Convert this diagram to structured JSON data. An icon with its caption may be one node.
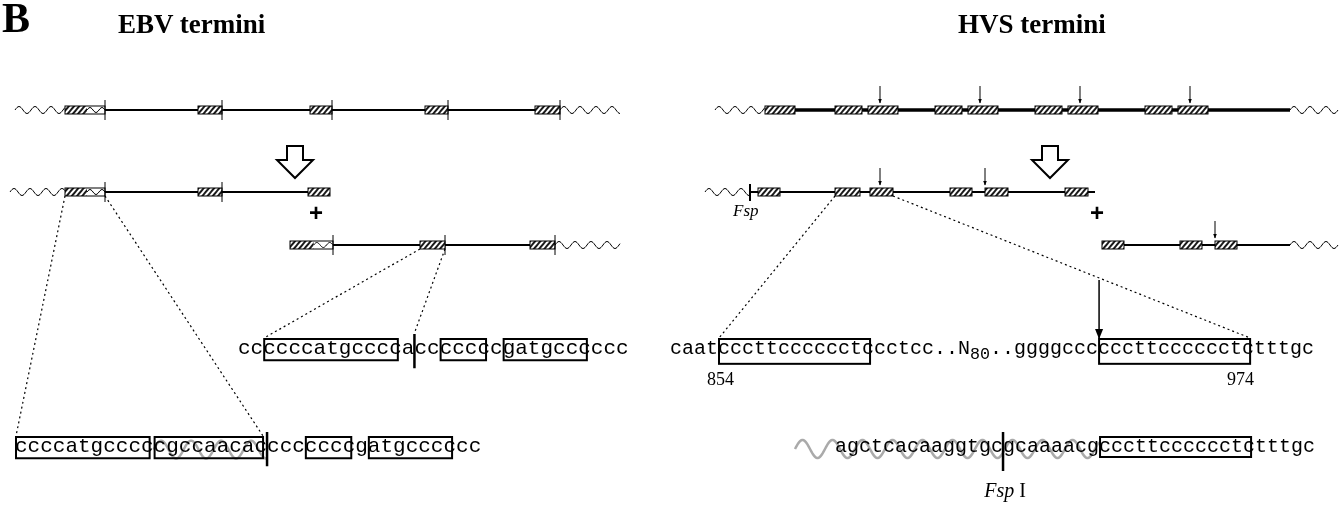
{
  "diagram": {
    "nodes": [
      {
        "text": [],
        "shape": "box"
      },
      {
        "text": [],
        "shape": "box"
      },
      {
        "text": [],
        "shape": "box"
      },
      {
        "text": [],
        "shape": "box"
      },
      {
        "text": [],
        "shape": "box"
      },
      {
        "text": [],
        "shape": "bar"
      },
      {
        "text": [],
        "shape": "box"
      },
      {
        "text": [],
        "shape": "box"
      },
      {
        "text": [],
        "shape": "box"
      },
      {
        "text": [],
        "shape": "box"
      },
      {
        "text": [],
        "shape": "box"
      },
      {
        "text": [],
        "shape": "box"
      },
      {
        "text": [],
        "shape": "box"
      },
      {
        "text": [],
        "shape": "box"
      },
      {
        "text": [],
        "shape": "box"
      }
    ],
    "edges": [
      {
        "from": 0,
        "to": 10,
        "arrow": "none",
        "style": "dashed"
      },
      {
        "from": 0,
        "to": 11,
        "arrow": "none",
        "style": "dashed"
      },
      {
        "from": 3,
        "to": 4,
        "arrow": "none",
        "style": "dashed"
      },
      {
        "from": 3,
        "to": 5,
        "arrow": "none",
        "style": "dashed"
      },
      {
        "from": 1,
        "to": 8,
        "arrow": "none",
        "style": "dashed"
      },
      {
        "from": 2,
        "to": 9,
        "arrow": "none",
        "style": "dashed"
      },
      {
        "from": null,
        "to": 9,
        "arrow": "to"
      }
    ],
    "labels": [
      "B",
      "EBV termini",
      "HVS termini",
      "+",
      "Fsp",
      "+",
      "ccccccatgccccacccccccgatgcccccc",
      "caatcccttcccccctccctcc..N$_{80}$..ggggccccccttcccccctctttgc",
      "854",
      "974",
      "ccccatgcccccgccaacaccccccccgatgcccccc",
      "agctcacaaggtgcgcaaaacgcccttcccccctctttgc",
      "*Fsp* I"
    ]
  }
}
